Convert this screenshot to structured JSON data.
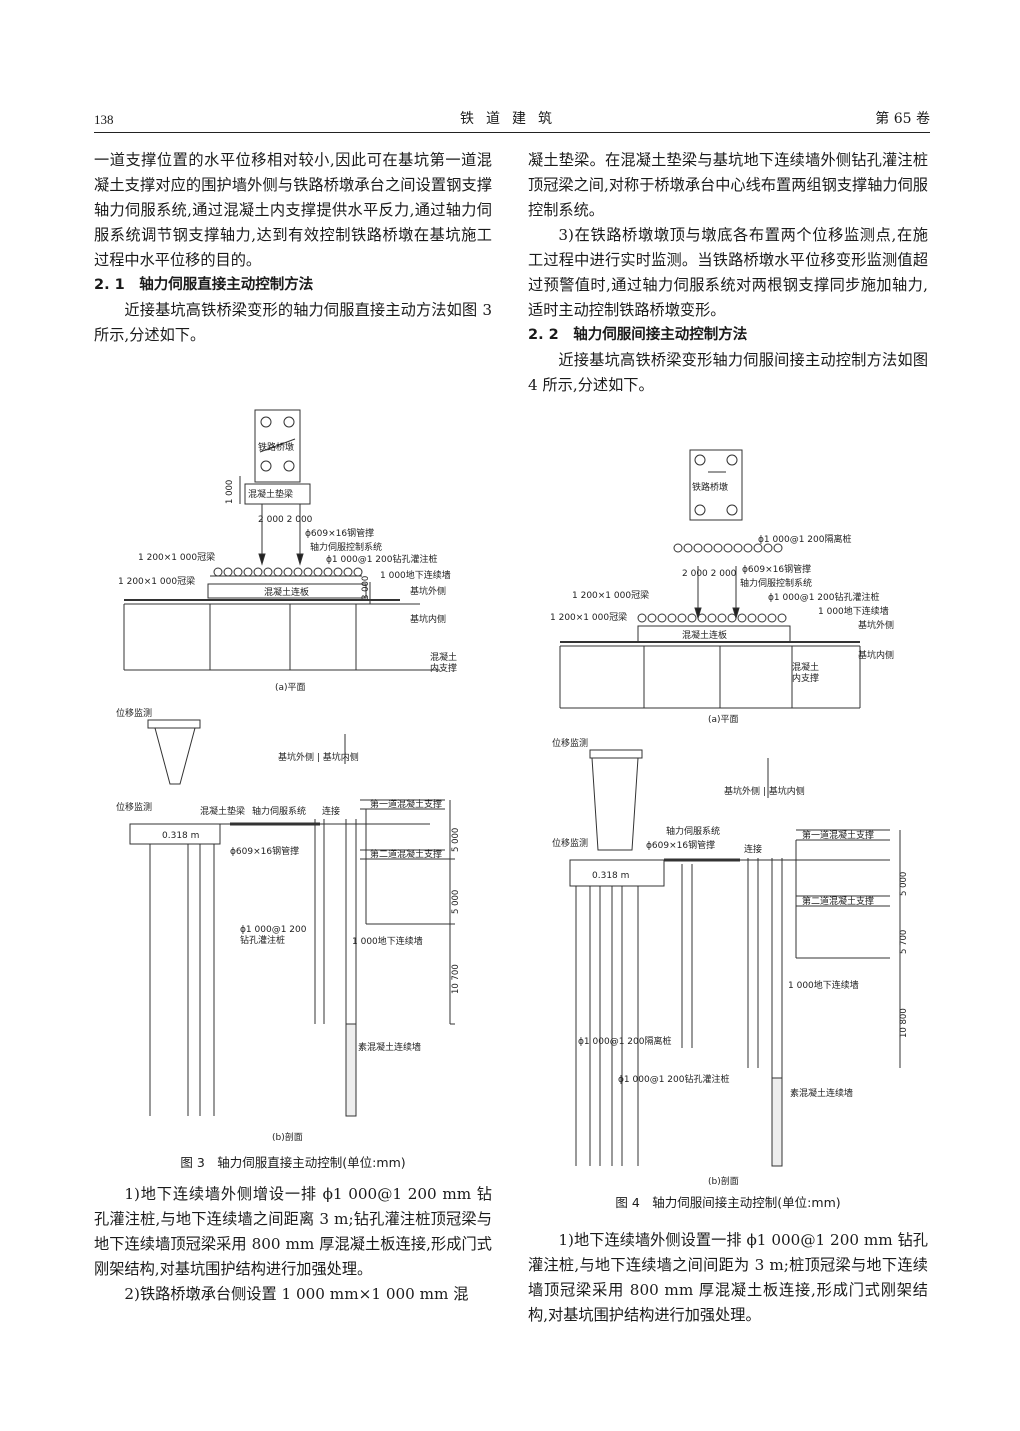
{
  "header": {
    "page_number": "138",
    "journal": "铁道建筑",
    "volume": "第 65 卷"
  },
  "left_column": {
    "intro": "一道支撑位置的水平位移相对较小,因此可在基坑第一道混凝土支撑对应的围护墙外侧与铁路桥墩承台之间设置钢支撑轴力伺服系统,通过混凝土内支撑提供水平反力,通过轴力伺服系统调节钢支撑轴力,达到有效控制铁路桥墩在基坑施工过程中水平位移的目的。",
    "sec21_title": "2. 1　轴力伺服直接主动控制方法",
    "sec21_intro": "近接基坑高铁桥梁变形的轴力伺服直接主动方法如图 3 所示,分述如下。",
    "item1": "1)地下连续墙外侧增设一排 ϕ1 000@1 200 mm 钻孔灌注桩,与地下连续墙之间距离 3 m;钻孔灌注桩顶冠梁与地下连续墙顶冠梁采用 800 mm 厚混凝土板连接,形成门式刚架结构,对基坑围护结构进行加强处理。",
    "item2": "2)铁路桥墩承台侧设置 1 000 mm×1 000 mm 混"
  },
  "right_column": {
    "cont": "凝土垫梁。在混凝土垫梁与基坑地下连续墙外侧钻孔灌注桩顶冠梁之间,对称于桥墩承台中心线布置两组钢支撑轴力伺服控制系统。",
    "item3": "3)在铁路桥墩墩顶与墩底各布置两个位移监测点,在施工过程中进行实时监测。当铁路桥墩水平位移变形监测值超过预警值时,通过轴力伺服系统对两根钢支撑同步施加轴力,适时主动控制铁路桥墩变形。",
    "sec22_title": "2. 2　轴力伺服间接主动控制方法",
    "sec22_intro": "近接基坑高铁桥梁变形轴力伺服间接主动控制方法如图 4 所示,分述如下。",
    "item1": "1)地下连续墙外侧设置一排 ϕ1 000@1 200 mm 钻孔灌注桩,与地下连续墙之间间距为 3 m;桩顶冠梁与地下连续墙顶冠梁采用 800 mm 厚混凝土板连接,形成门式刚架结构,对基坑围护结构进行加强处理。"
  },
  "fig3": {
    "caption": "图 3　轴力伺服直接主动控制(单位:mm)",
    "sub_a": "(a)平面",
    "sub_b": "(b)剖面",
    "plan": {
      "pier": "铁路桥墩",
      "pad_beam": "混凝土垫梁",
      "dim_1000": "1 000",
      "dim_2000": "2 000 2 000",
      "steel_pipe": "ϕ609×16钢管撑",
      "servo": "轴力伺服控制系统",
      "bored_pile": "ϕ1 000@1 200钻孔灌注桩",
      "crown_beam_1": "1 200×1 000冠梁",
      "crown_beam_2": "1 200×1 000冠梁",
      "slab": "混凝土连板",
      "dwall": "1 000地下连续墙",
      "outside": "基坑外侧",
      "dim_3000": "3 000",
      "inside": "基坑内侧",
      "inner_support": "混凝土\n内支撑"
    },
    "section": {
      "disp_monitor_top": "位移监测",
      "disp_monitor_bot": "位移监测",
      "pit_outside_inside": "基坑外侧 | 基坑内侧",
      "pad_beam": "混凝土垫梁",
      "servo": "轴力伺服系统",
      "connect": "连接",
      "first_support": "第一道混凝土支撑",
      "second_support": "第二道混凝土支撑",
      "dim_0318": "0.318 m",
      "steel_pipe": "ϕ609×16钢管撑",
      "bored_pile": "ϕ1 000@1 200\n钻孔灌注桩",
      "dwall": "1 000地下连续墙",
      "plain_wall": "素混凝土连续墙",
      "dim_5000a": "5 000",
      "dim_5000b": "5 000",
      "dim_10700": "10 700"
    }
  },
  "fig4": {
    "caption": "图 4　轴力伺服间接主动控制(单位:mm)",
    "sub_a": "(a)平面",
    "sub_b": "(b)剖面",
    "plan": {
      "pier": "铁路桥墩",
      "isolation_pile": "ϕ1 000@1 200隔离桩",
      "dim_2000": "2 000 2 000",
      "steel_pipe": "ϕ609×16钢管撑",
      "servo": "轴力伺服控制系统",
      "bored_pile": "ϕ1 000@1 200钻孔灌注桩",
      "crown_beam_1": "1 200×1 000冠梁",
      "crown_beam_2": "1 200×1 000冠梁",
      "dwall": "1 000地下连续墙",
      "slab": "混凝土连板",
      "outside": "基坑外侧",
      "inside": "基坑内侧",
      "inner_support": "混凝土\n内支撑"
    },
    "section": {
      "disp_monitor_top": "位移监测",
      "disp_monitor_bot": "位移监测",
      "pit_outside_inside": "基坑外侧 | 基坑内侧",
      "servo": "轴力伺服系统",
      "steel_pipe": "ϕ609×16钢管撑",
      "connect": "连接",
      "first_support": "第一道混凝土支撑",
      "second_support": "第二道混凝土支撑",
      "dim_0318": "0.318 m",
      "dim_5000": "5 000",
      "dim_5700": "5 700",
      "dim_10800": "10 800",
      "dwall": "1 000地下连续墙",
      "isolation_pile": "ϕ1 000@1 200隔离桩",
      "bored_pile": "ϕ1 000@1 200钻孔灌注桩",
      "plain_wall": "素混凝土连续墙"
    }
  }
}
